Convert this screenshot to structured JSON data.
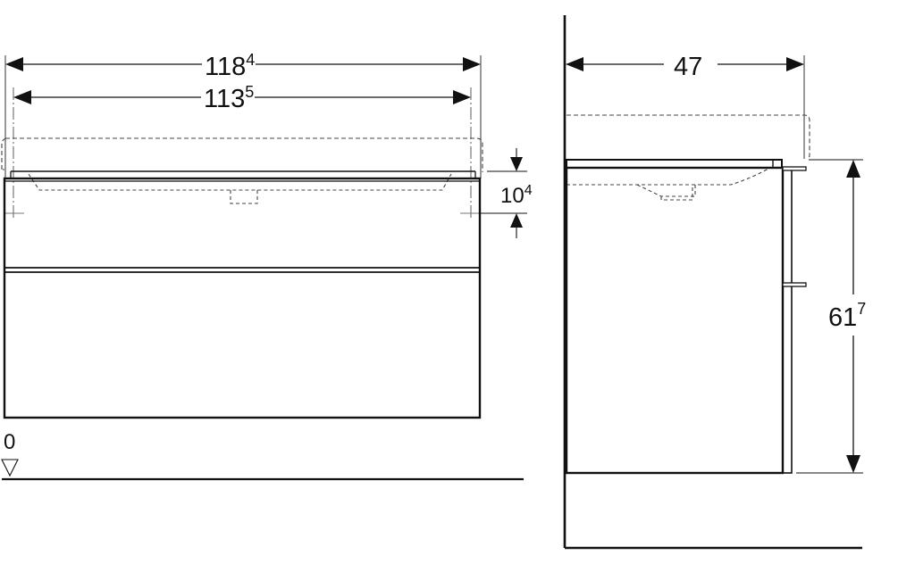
{
  "front_view": {
    "overall_width": {
      "main": "118",
      "sup": "4"
    },
    "inner_width": {
      "main": "113",
      "sup": "5"
    },
    "basin_offset": {
      "main": "10",
      "sup": "4"
    },
    "floor_level_label": "0"
  },
  "side_view": {
    "depth": {
      "main": "47",
      "sup": ""
    },
    "height": {
      "main": "61",
      "sup": "7"
    }
  },
  "colors": {
    "line": "#111111",
    "dashed": "#444444",
    "background": "#ffffff"
  }
}
